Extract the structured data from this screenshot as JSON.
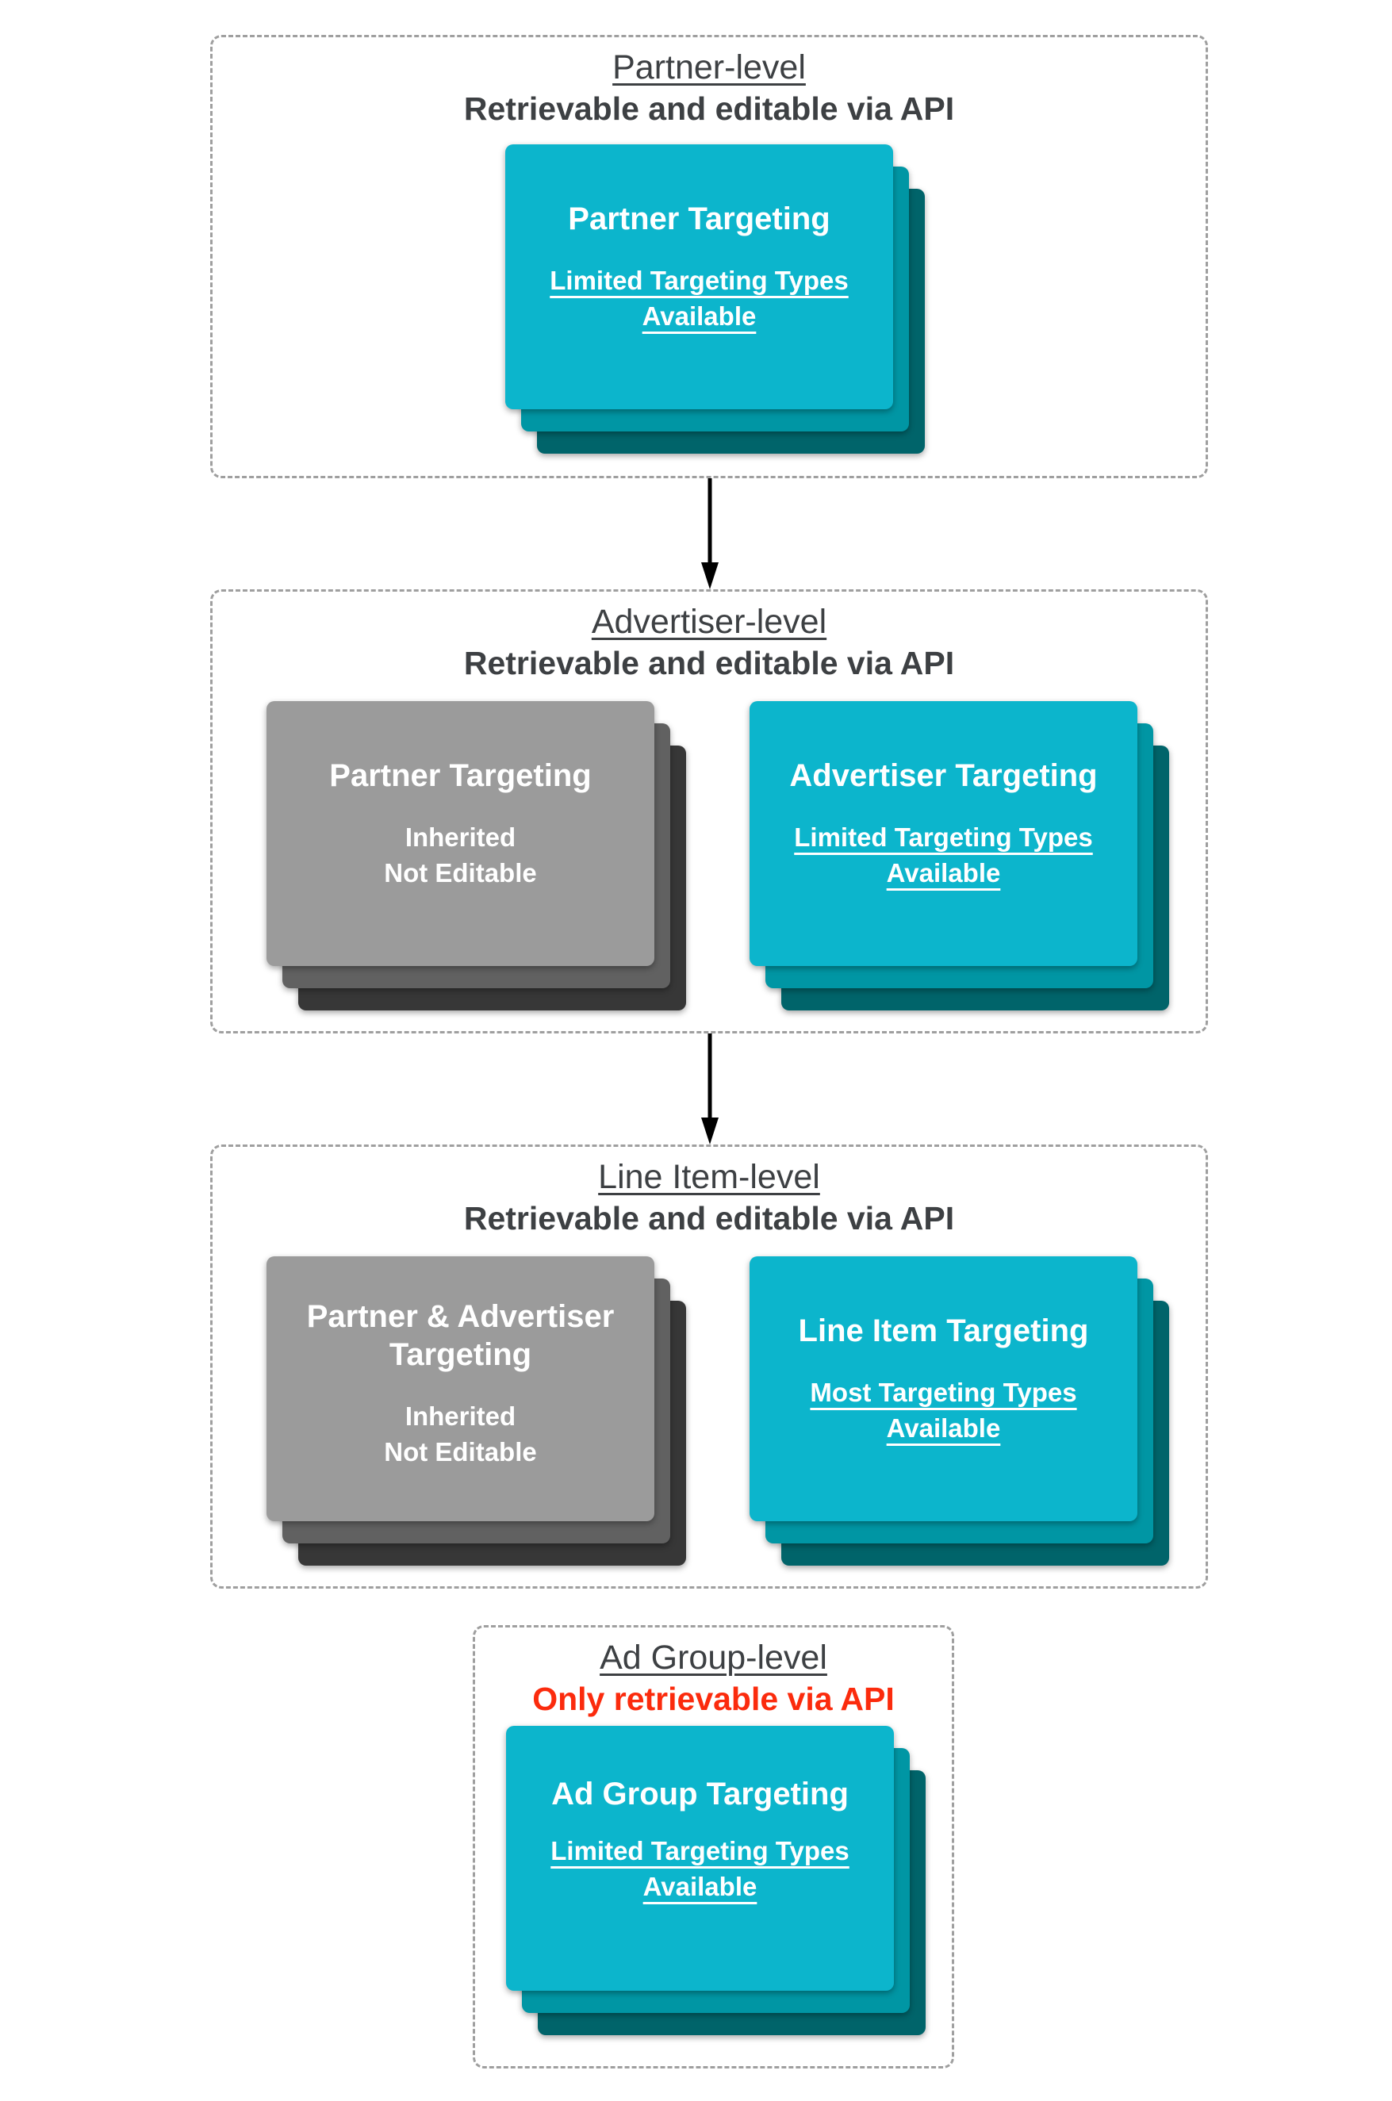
{
  "colors": {
    "background": "#ffffff",
    "card_primary": "#0cb5cc",
    "card_primary_shadow1": "#0096a4",
    "card_primary_shadow2": "#00646a",
    "card_inherited": "#9b9b9b",
    "card_inherited_shadow1": "#616161",
    "card_inherited_shadow2": "#373737",
    "card_text": "#ffffff",
    "heading_text": "#3d4043",
    "restricted_text": "#fb2b0d",
    "dashed_border": "#9f9f9f",
    "arrow": "#000000"
  },
  "sections": [
    {
      "title": "Partner-level",
      "subtitle": "Retrievable and editable via API",
      "cards": [
        {
          "title": "Partner Targeting",
          "body": [
            "Limited Targeting Types",
            "Available"
          ]
        }
      ]
    },
    {
      "title": "Advertiser-level",
      "subtitle": "Retrievable and editable via API",
      "cards": [
        {
          "title": "Partner Targeting",
          "body": [
            "Inherited",
            "Not Editable"
          ]
        },
        {
          "title": "Advertiser Targeting",
          "body": [
            "Limited Targeting Types",
            "Available"
          ]
        }
      ]
    },
    {
      "title": "Line Item-level",
      "subtitle": "Retrievable and editable via API",
      "cards": [
        {
          "title": "Partner & Advertiser Targeting",
          "body": [
            "Inherited",
            "Not Editable"
          ]
        },
        {
          "title": "Line Item Targeting",
          "body": [
            "Most Targeting Types",
            "Available"
          ]
        }
      ]
    },
    {
      "title": "Ad Group-level",
      "subtitle": "Only retrievable via API",
      "cards": [
        {
          "title": "Ad Group Targeting",
          "body": [
            "Limited Targeting Types",
            "Available"
          ]
        }
      ]
    }
  ]
}
